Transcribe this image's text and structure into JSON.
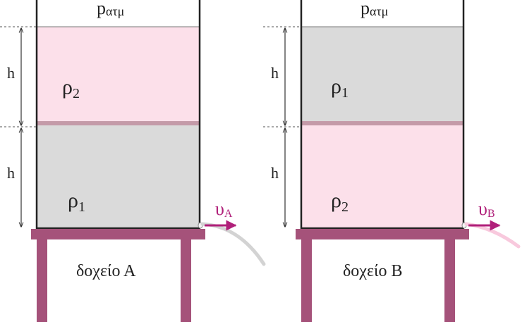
{
  "colors": {
    "liquid_rho1": "#dadada",
    "liquid_rho2": "#fce0ea",
    "interface": "#c49aa8",
    "stand": "#a5527a",
    "velocity_arrow": "#b0207a",
    "jet_A": "#d3d3d3",
    "jet_B": "#f8c9dd",
    "wall": "#222222"
  },
  "atmospheric_pressure": {
    "symbol": "p",
    "subscript": "ατμ"
  },
  "height_label": "h",
  "tanks": [
    {
      "name": "δοχείο Α",
      "top_liquid": {
        "symbol": "ρ",
        "subscript": "2"
      },
      "bottom_liquid": {
        "symbol": "ρ",
        "subscript": "1"
      },
      "velocity": {
        "symbol": "υ",
        "subscript": "A"
      }
    },
    {
      "name": "δοχείο Β",
      "top_liquid": {
        "symbol": "ρ",
        "subscript": "1"
      },
      "bottom_liquid": {
        "symbol": "ρ",
        "subscript": "2"
      },
      "velocity": {
        "symbol": "υ",
        "subscript": "B"
      }
    }
  ]
}
